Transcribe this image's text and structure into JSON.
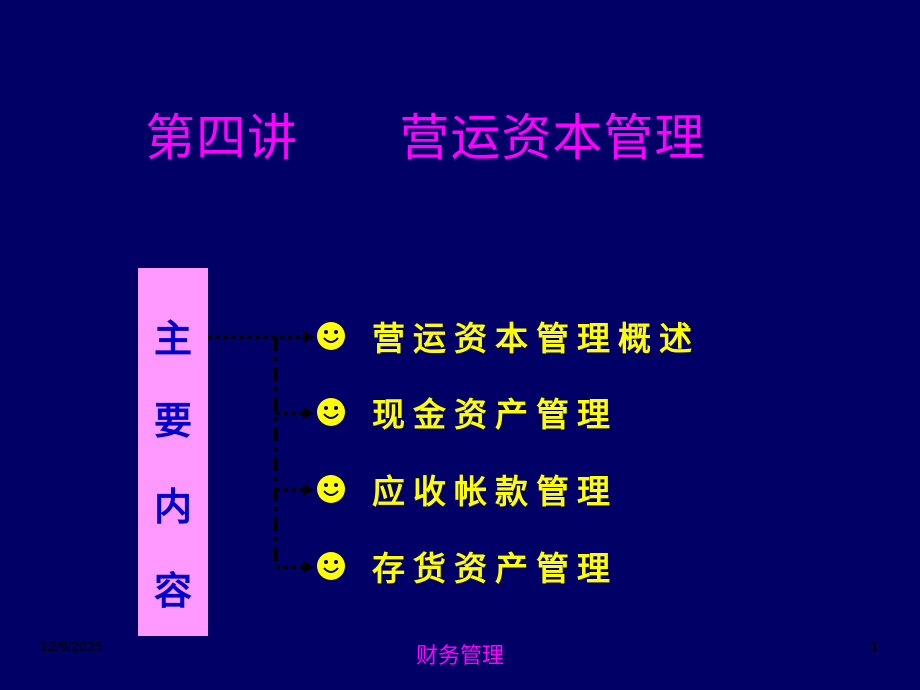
{
  "slide": {
    "title": "第四讲      营运资本管理",
    "side_label": [
      "主",
      "要",
      "内",
      "容"
    ],
    "items": [
      {
        "label": "营运资本管理概述",
        "icon": "smiley-icon"
      },
      {
        "label": "现金资产管理",
        "icon": "smiley-icon"
      },
      {
        "label": "应收帐款管理",
        "icon": "smiley-icon"
      },
      {
        "label": "存货资产管理",
        "icon": "smiley-icon"
      }
    ],
    "colors": {
      "background": "#000066",
      "title": "#FF00FF",
      "side_box": "#FF99FF",
      "side_text": "#0000CC",
      "item_text": "#FFFF00",
      "connector": "#000000"
    }
  },
  "footer": {
    "date": "12/9/2025",
    "center": "财务管理",
    "page": "1"
  }
}
